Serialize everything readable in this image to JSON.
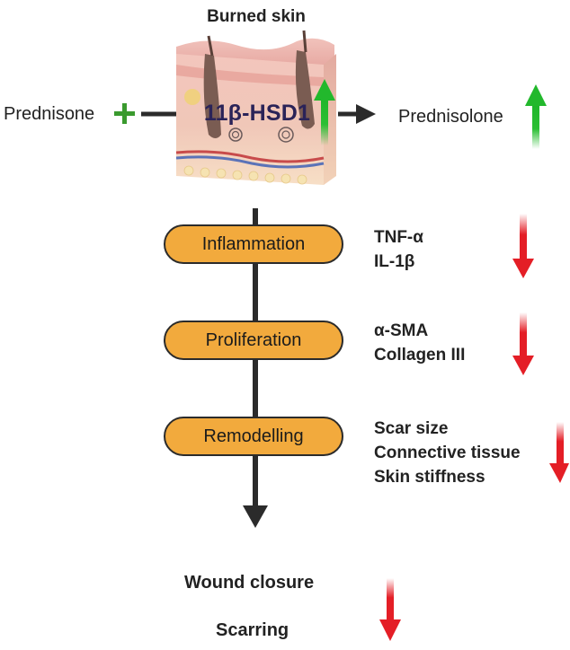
{
  "title": "Burned skin",
  "enzyme": "11β-HSD1",
  "substrate": "Prednisone",
  "product": "Prednisolone",
  "stages": [
    {
      "label": "Inflammation",
      "markers": [
        "TNF-α",
        "IL-1β"
      ],
      "direction": "down"
    },
    {
      "label": "Proliferation",
      "markers": [
        "α-SMA",
        "Collagen III"
      ],
      "direction": "down"
    },
    {
      "label": "Remodelling",
      "markers": [
        "Scar size",
        "Connective tissue",
        "Skin stiffness"
      ],
      "direction": "down"
    }
  ],
  "outcomes": [
    "Wound closure",
    "Scarring"
  ],
  "colors": {
    "pill_fill": "#f2aa3d",
    "up_arrow": "#2bbf34",
    "down_arrow": "#e41e26",
    "plus": "#3a9a2e",
    "enzyme_text": "#2a2358"
  },
  "icons": {
    "plus": "plus-icon",
    "up": "up-arrow-icon",
    "down": "down-arrow-icon",
    "skin": "skin-cross-section-illustration"
  }
}
